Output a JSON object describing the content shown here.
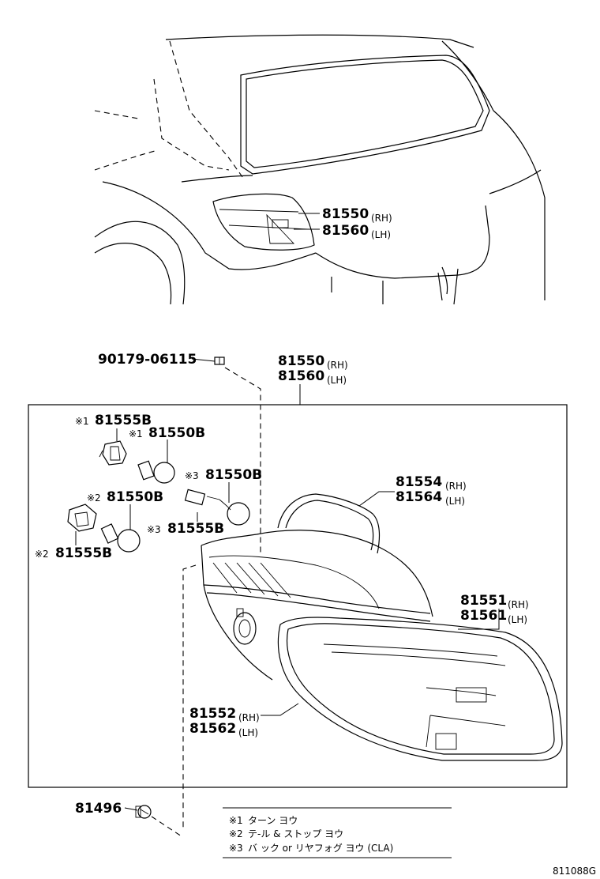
{
  "diagram": {
    "vehicle_callout": {
      "part_rh": "81550",
      "rh": "(RH)",
      "part_lh": "81560",
      "lh": "(LH)"
    },
    "screw": {
      "part": "90179-06115"
    },
    "assembly": {
      "part_rh": "81550",
      "rh": "(RH)",
      "part_lh": "81560",
      "lh": "(LH)"
    },
    "bulbs": [
      {
        "mark": "※1",
        "part": "81555B"
      },
      {
        "mark": "※1",
        "part": "81550B"
      },
      {
        "mark": "※3",
        "part": "81550B"
      },
      {
        "mark": "※2",
        "part": "81550B"
      },
      {
        "mark": "※3",
        "part": "81555B"
      },
      {
        "mark": "※2",
        "part": "81555B"
      }
    ],
    "gasket": {
      "part_rh": "81554",
      "rh": "(RH)",
      "part_lh": "81564",
      "lh": "(LH)"
    },
    "lens": {
      "part_rh": "81551",
      "rh": "(RH)",
      "part_lh": "81561",
      "lh": "(LH)"
    },
    "body": {
      "part_rh": "81552",
      "rh": "(RH)",
      "part_lh": "81562",
      "lh": "(LH)"
    },
    "clip": {
      "part": "81496"
    },
    "legend": [
      {
        "mark": "※1",
        "text": "ターン ヨウ"
      },
      {
        "mark": "※2",
        "text": "テ-ル & ストップ ヨウ"
      },
      {
        "mark": "※3",
        "text": "バ ック or リヤフォグ ヨウ (CLA)"
      }
    ],
    "figure_code": "811088G"
  }
}
